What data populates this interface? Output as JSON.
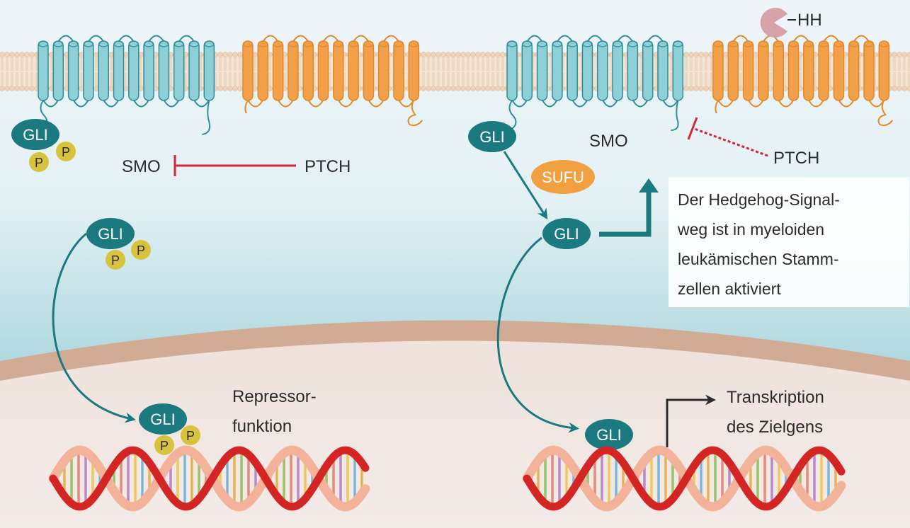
{
  "left_panel": {
    "smo_label": "SMO",
    "ptch_label": "PTCH",
    "gli_membrane": "GLI",
    "gli_cytoplasm": "GLI",
    "gli_nucleus": "GLI",
    "phospho": "P",
    "repressor_line1": "Repressor-",
    "repressor_line2": "funktion"
  },
  "right_panel": {
    "hh_label": "HH",
    "smo_label": "SMO",
    "ptch_label": "PTCH",
    "gli_membrane": "GLI",
    "sufu_label": "SUFU",
    "gli_cytoplasm": "GLI",
    "gli_nucleus": "GLI",
    "transcription_line1": "Transkription",
    "transcription_line2": "des Zielgens",
    "info_box": [
      "Der Hedgehog-Signal-",
      "weg ist in myeloiden",
      "leukämischen Stamm-",
      "zellen aktiviert"
    ]
  },
  "colors": {
    "smo_blue": "#8fcfd8",
    "ptch_orange": "#f2a04a",
    "gli_teal": "#1b7a80",
    "phospho_yellow": "#d8c33c",
    "sufu_orange": "#f0a040",
    "inhibit_red": "#d0263f",
    "dna_red": "#d42525",
    "dna_salmon": "#f3b39a",
    "hh_pink": "#d7a3a8"
  }
}
